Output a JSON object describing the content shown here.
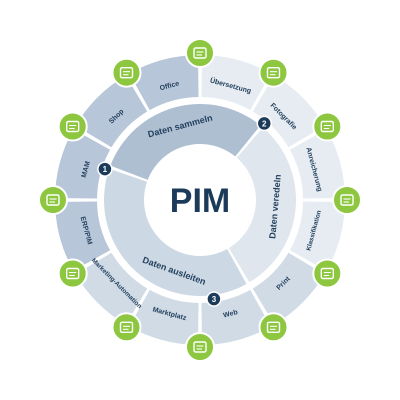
{
  "center": {
    "label": "PIM"
  },
  "process": [
    {
      "num": "1",
      "label": "Daten sammeln"
    },
    {
      "num": "2",
      "label": "Daten veredeln"
    },
    {
      "num": "3",
      "label": "Daten ausleiten"
    }
  ],
  "segments": [
    {
      "label": "Office",
      "sublabel": "",
      "icon": "office-icon"
    },
    {
      "label": "Übersetzung",
      "sublabel": "",
      "icon": "translation-icon"
    },
    {
      "label": "Fotografie",
      "sublabel": "",
      "icon": "camera-icon"
    },
    {
      "label": "Anreicherung",
      "sublabel": "",
      "icon": "enrichment-icon"
    },
    {
      "label": "Klassifikation",
      "sublabel": "",
      "icon": "classification-icon"
    },
    {
      "label": "Print",
      "sublabel": "",
      "icon": "printer-icon"
    },
    {
      "label": "Web",
      "sublabel": "",
      "icon": "monitor-icon"
    },
    {
      "label": "Marktplatz",
      "sublabel": "",
      "icon": "marketplace-icon"
    },
    {
      "label": "Marketing-Automation",
      "sublabel": "",
      "icon": "marketing-icon"
    },
    {
      "label": "ERP/PIM",
      "sublabel": "",
      "icon": "erp-icon"
    },
    {
      "label": "MAM",
      "sublabel": "",
      "icon": "mam-icon"
    },
    {
      "label": "Shop",
      "sublabel": "",
      "icon": "cart-icon"
    }
  ],
  "colors": {
    "collect": "#b7c6d8",
    "refine": "#e6ecf2",
    "output": "#d0dbe6",
    "inner_collect": "#aebfd2",
    "inner_refine": "#dfe6ee",
    "inner_output": "#ccd8e4",
    "accent_green": "#8dc63f",
    "navy": "#1c3b5a",
    "text": "#24415f"
  }
}
